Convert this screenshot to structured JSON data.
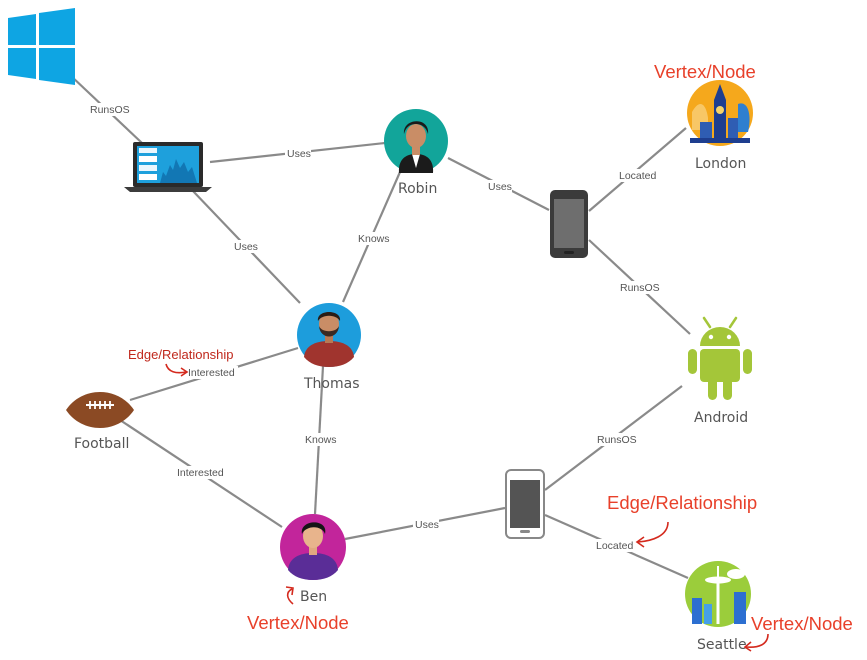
{
  "nodes": {
    "robin": "Robin",
    "london": "London",
    "thomas": "Thomas",
    "android": "Android",
    "football": "Football",
    "ben": "Ben",
    "seattle": "Seattle"
  },
  "edges": {
    "windows_laptop": "RunsOS",
    "laptop_robin": "Uses",
    "laptop_thomas": "Uses",
    "robin_thomas": "Knows",
    "robin_phone": "Uses",
    "phone_london": "Located",
    "phone_android": "RunsOS",
    "thomas_football": "Interested",
    "thomas_ben": "Knows",
    "football_ben": "Interested",
    "ben_phone2": "Uses",
    "phone2_android": "RunsOS",
    "phone2_seattle": "Located"
  },
  "annotations": {
    "vertex_top": "Vertex/Node",
    "edge_left": "Edge/Relationship",
    "edge_right": "Edge/Relationship",
    "vertex_ben": "Vertex/Node",
    "vertex_seattle": "Vertex/Node"
  },
  "colors": {
    "windows_blue": "#0ea5e3",
    "robin_bg": "#12a59a",
    "thomas_bg": "#1d9ddc",
    "ben_bg": "#c2259b",
    "london_bg": "#f5a81c",
    "seattle_bg": "#9bcd3b",
    "android_green": "#a4c639",
    "football_brown": "#8b4a24",
    "annotation_red": "#e8402a"
  },
  "icons": [
    "windows-logo-icon",
    "laptop-icon",
    "smartphone-icon",
    "android-logo-icon",
    "football-icon"
  ]
}
